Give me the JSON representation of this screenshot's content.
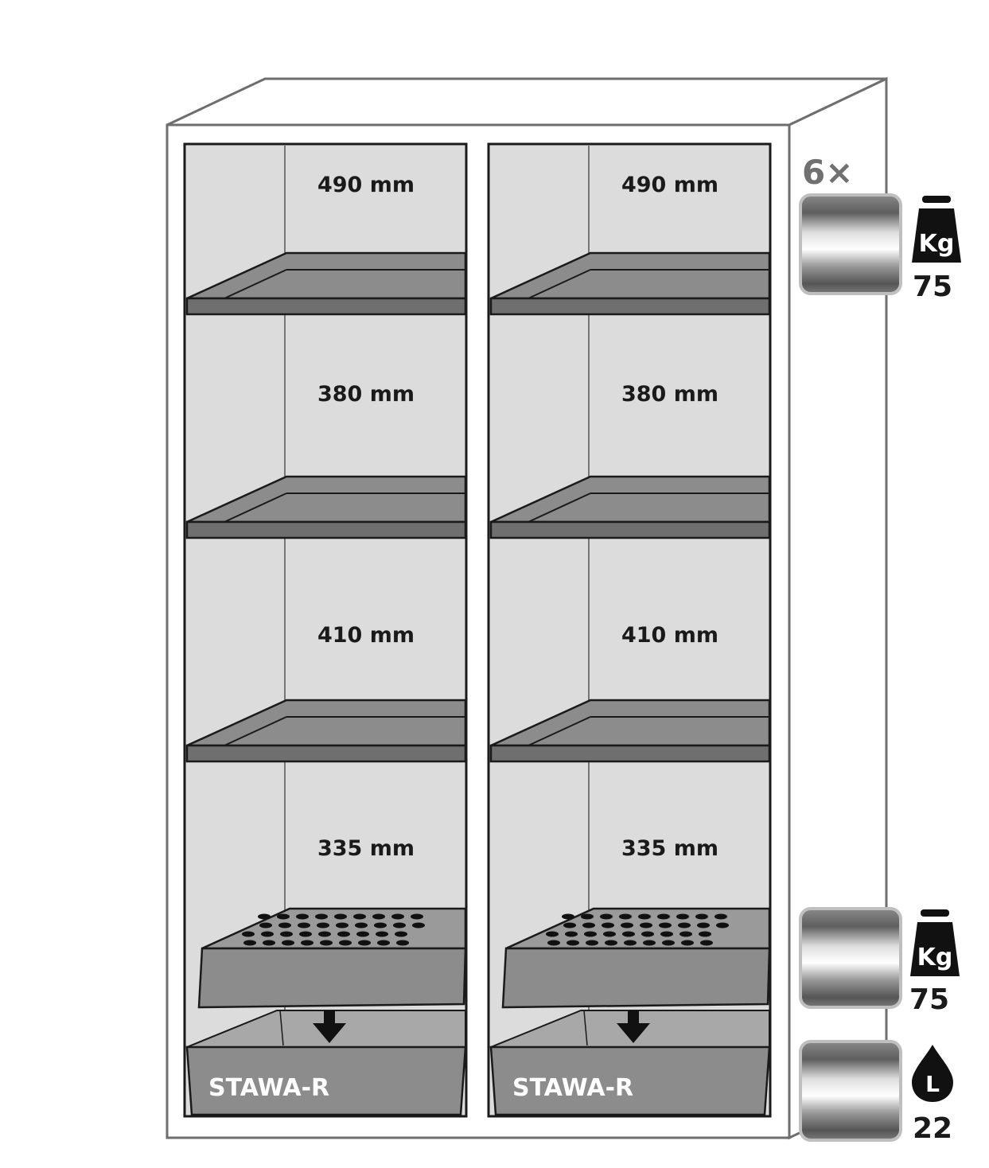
{
  "left_column": {
    "compartments": [
      "490 mm",
      "380 mm",
      "410 mm",
      "335 mm"
    ],
    "sump_label": "STAWA-R"
  },
  "right_column": {
    "compartments": [
      "490 mm",
      "380 mm",
      "410 mm",
      "335 mm"
    ],
    "sump_label": "STAWA-R"
  },
  "legend": {
    "shelf_count": "6×",
    "shelf_load_unit": "Kg",
    "shelf_load_value": "75",
    "perforated_insert_load_unit": "Kg",
    "perforated_insert_load_value": "75",
    "sump_volume_unit": "L",
    "sump_volume_value": "22"
  },
  "colors": {
    "outline": "#1a1a1a",
    "cabinet_stroke": "#6e6e6e",
    "interior": "#dcdcdc",
    "shelf": "#8c8c8c",
    "shelf_dark": "#6f6f6f",
    "label_light": "#ffffff",
    "count_text": "#707070"
  }
}
